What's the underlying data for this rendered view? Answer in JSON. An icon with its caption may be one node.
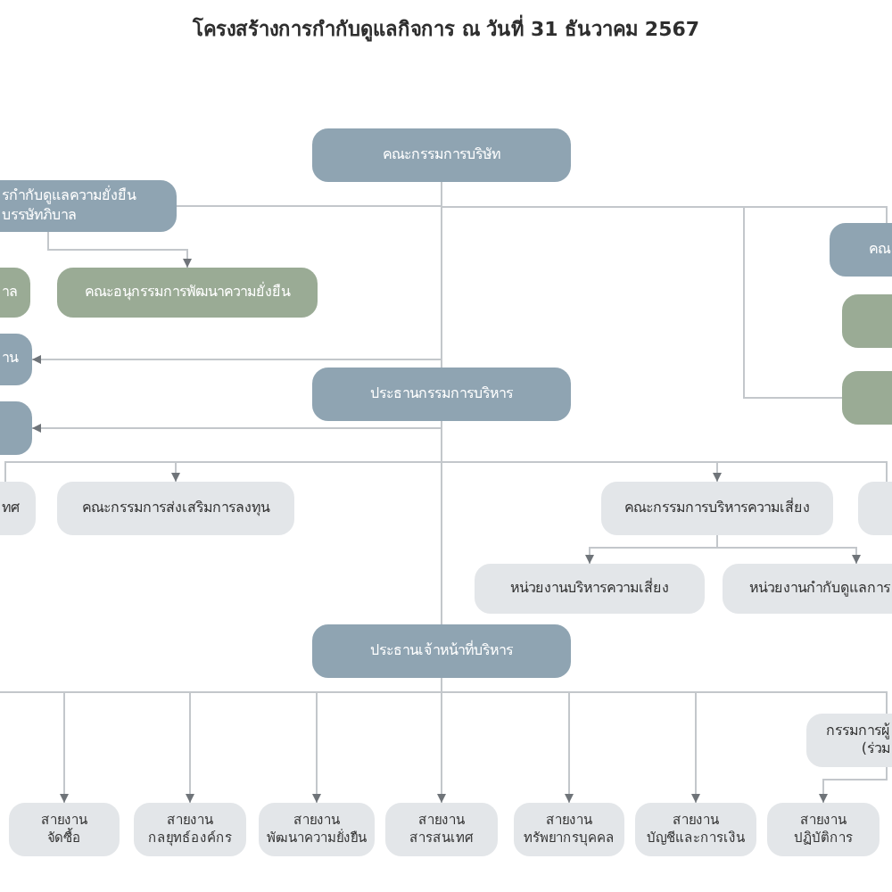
{
  "diagram": {
    "title": "โครงสร้างการกำกับดูแลกิจการ ณ วันที่ 31 ธันวาคม 2567",
    "nodes": [
      {
        "text": [
          "คณะกรรมการบริษัท"
        ]
      },
      {
        "text": [
          "รกำกับดูแลความยั่งยืน บรรษัทภิบาล"
        ]
      },
      {
        "text": [
          "าล"
        ]
      },
      {
        "text": [
          "คณะอนุกรรมการพัฒนาความยั่งยืน"
        ]
      },
      {
        "text": [
          "าน"
        ]
      },
      {
        "text": [],
        "shape": "box"
      },
      {
        "text": [
          "ประธานกรรมการบริหาร"
        ]
      },
      {
        "text": [
          "คณ"
        ]
      },
      {
        "text": [],
        "shape": "box"
      },
      {
        "text": [],
        "shape": "box"
      },
      {
        "text": [
          "ทศ"
        ]
      },
      {
        "text": [
          "คณะกรรมการส่งเสริมการลงทุน"
        ]
      },
      {
        "text": [
          "คณะกรรมการบริหารความเสี่ยง"
        ]
      },
      {
        "text": [],
        "shape": "box"
      },
      {
        "text": [
          "หน่วยงานบริหารความเสี่ยง"
        ]
      },
      {
        "text": [
          "หน่วยงานกำกับดูแลการ"
        ]
      },
      {
        "text": [
          "ประธานเจ้าหน้าที่บริหาร"
        ]
      },
      {
        "text": [
          "กรรมการผู้ (ร่วม"
        ]
      },
      {
        "text": [
          "สายงาน จัดซื้อ"
        ]
      },
      {
        "text": [
          "สายงาน กลยุทธ์องค์กร"
        ]
      },
      {
        "text": [
          "สายงาน พัฒนาความยั่งยืน"
        ]
      },
      {
        "text": [
          "สายงาน สารสนเทศ"
        ]
      },
      {
        "text": [
          "สายงาน ทรัพยากรบุคคล"
        ]
      },
      {
        "text": [
          "สายงาน บัญชีและการเงิน"
        ]
      },
      {
        "text": [
          "สายงาน ปฏิบัติการ"
        ]
      }
    ],
    "edges": [
      {
        "from": 0,
        "to": 6,
        "arrow": "none"
      },
      {
        "from": 0,
        "to": 1,
        "arrow": "none"
      },
      {
        "from": 0,
        "to": 9,
        "arrow": "none"
      },
      {
        "from": 0,
        "to": 7,
        "arrow": "none"
      },
      {
        "from": 1,
        "to": 3,
        "arrow": "to"
      },
      {
        "from": 0,
        "to": 4,
        "arrow": "to"
      },
      {
        "from": 6,
        "to": 5,
        "arrow": "to"
      },
      {
        "from": 6,
        "to": 16,
        "arrow": "none"
      },
      {
        "from": 6,
        "to": 11,
        "arrow": "to"
      },
      {
        "from": 6,
        "to": 12,
        "arrow": "to"
      },
      {
        "from": 6,
        "to": 10,
        "arrow": "none"
      },
      {
        "from": 6,
        "to": 13,
        "arrow": "none"
      },
      {
        "from": 12,
        "to": 14,
        "arrow": "to"
      },
      {
        "from": 12,
        "to": 15,
        "arrow": "to"
      },
      {
        "from": 16,
        "to": 18,
        "arrow": "to"
      },
      {
        "from": 16,
        "to": 19,
        "arrow": "to"
      },
      {
        "from": 16,
        "to": 20,
        "arrow": "to"
      },
      {
        "from": 16,
        "to": 21,
        "arrow": "to"
      },
      {
        "from": 16,
        "to": 22,
        "arrow": "to"
      },
      {
        "from": 16,
        "to": 23,
        "arrow": "to"
      },
      {
        "from": 16,
        "to": 17,
        "arrow": "none"
      },
      {
        "from": 16,
        "to": null,
        "arrow": "none"
      },
      {
        "from": 17,
        "to": 24,
        "arrow": "to"
      }
    ]
  }
}
